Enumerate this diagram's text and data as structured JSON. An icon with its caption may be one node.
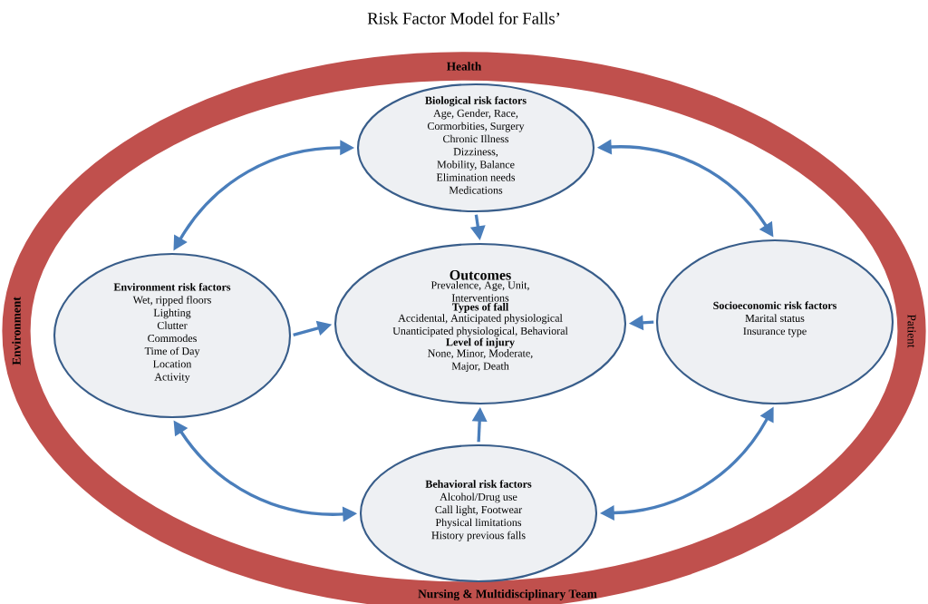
{
  "diagram": {
    "title": "Risk Factor Model for Falls’",
    "nodes": [
      {
        "text": [
          "Health",
          "Environment",
          "Patient",
          "Nursing & Multidisciplinary Team"
        ]
      },
      {
        "text": [
          "Biological risk factors",
          "Age, Gender, Race,",
          "Cormorbities, Surgery",
          "Chronic Illness",
          "Dizziness,",
          "Mobility, Balance",
          "Elimination needs",
          "Medications"
        ],
        "in": 0
      },
      {
        "text": [
          "Environment risk factors",
          "Wet, ripped floors",
          "Lighting",
          "Clutter",
          "Commodes",
          "Time of Day",
          "Location",
          "Activity"
        ],
        "in": 0
      },
      {
        "text": [
          "Outcomes",
          "Prevalence, Age, Unit, Interventions",
          "Types of fall",
          "Accidental, Anticipated physiological Unanticipated physiological, Behavioral",
          "Level of injury",
          "None, Minor, Moderate, Major, Death"
        ],
        "in": 0
      },
      {
        "text": [
          "Socioeconomic risk factors",
          "Marital status",
          "Insurance type"
        ],
        "in": 0
      },
      {
        "text": [
          "Behavioral risk factors",
          "Alcohol/Drug use",
          "Call light, Footwear",
          "Physical limitations",
          "History previous falls"
        ],
        "in": 0
      }
    ],
    "edges": [
      {
        "from": 1,
        "to": 2,
        "arrow": "both"
      },
      {
        "from": 1,
        "to": 4,
        "arrow": "both"
      },
      {
        "from": 1,
        "to": 3,
        "arrow": "to"
      },
      {
        "from": 2,
        "to": 3,
        "arrow": "to"
      },
      {
        "from": 4,
        "to": 3,
        "arrow": "to"
      },
      {
        "from": 5,
        "to": 3,
        "arrow": "to"
      },
      {
        "from": 2,
        "to": 5,
        "arrow": "both"
      },
      {
        "from": 4,
        "to": 5,
        "arrow": "both"
      }
    ]
  }
}
